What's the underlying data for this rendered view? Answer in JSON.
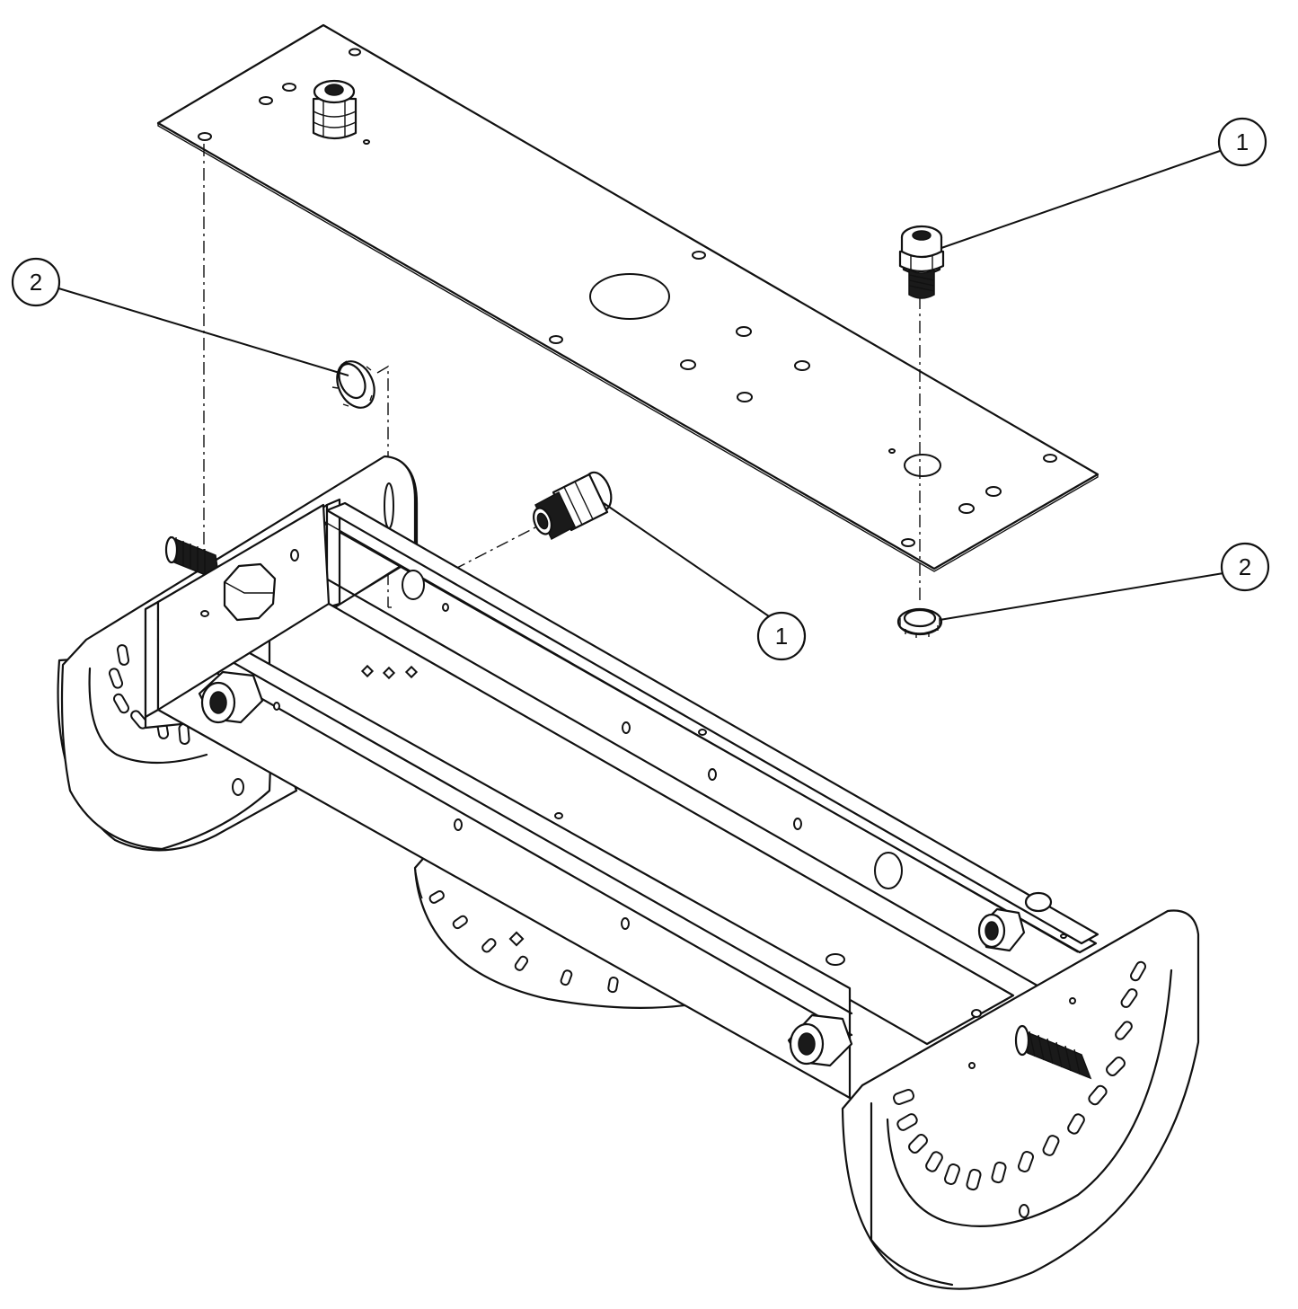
{
  "callouts": {
    "c1_top": "1",
    "c1_mid": "1",
    "c2_left": "2",
    "c2_right": "2"
  }
}
